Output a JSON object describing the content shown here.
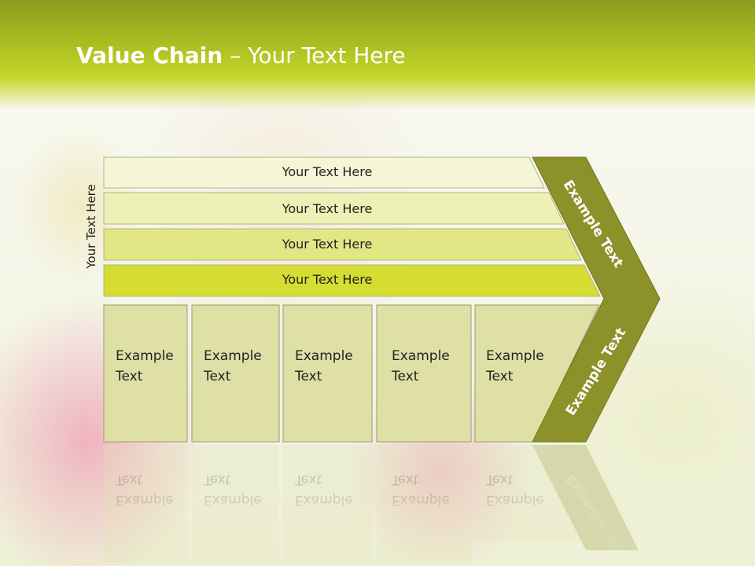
{
  "title": {
    "bold": "Value Chain",
    "rest": " – Your Text Here"
  },
  "side_label": "Your Text Here",
  "rows": [
    {
      "label": "Your Text Here"
    },
    {
      "label": "Your Text Here"
    },
    {
      "label": "Your Text Here"
    },
    {
      "label": "Your Text Here"
    }
  ],
  "columns": [
    {
      "line1": "Example",
      "line2": "Text"
    },
    {
      "line1": "Example",
      "line2": "Text"
    },
    {
      "line1": "Example",
      "line2": "Text"
    },
    {
      "line1": "Example",
      "line2": "Text"
    },
    {
      "line1": "Example",
      "line2": "Text"
    }
  ],
  "chevron": {
    "top_label": "Example Text",
    "bottom_label": "Example Text"
  },
  "colors": {
    "header": "#b3c622",
    "row_1": "#f4f6d6",
    "row_2": "#eef1b6",
    "row_3": "#e2e684",
    "row_4": "#d5dc32",
    "column_fill": "#dfe0a6",
    "chevron": "#8c9229"
  }
}
